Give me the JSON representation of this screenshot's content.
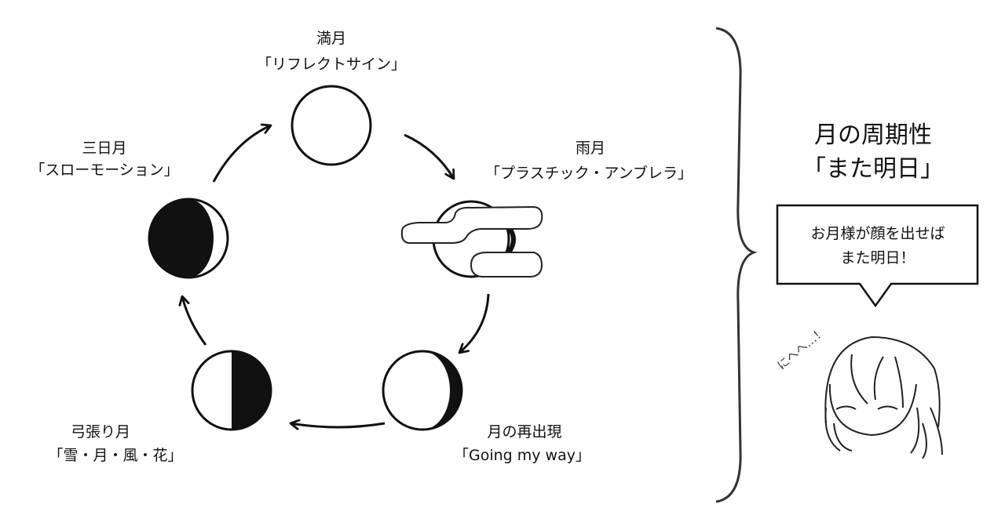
{
  "phases": [
    {
      "name": "満月",
      "song": "「リフレクトサイン」"
    },
    {
      "name": "雨月",
      "song": "「プラスチック・アンブレラ」"
    },
    {
      "name": "月の再出現",
      "song": "「Going my way」"
    },
    {
      "name": "弓張り月",
      "song": "「雪・月・風・花」"
    },
    {
      "name": "三日月",
      "song": "「スローモーション」"
    }
  ],
  "summary": {
    "title": "月の周期性",
    "subtitle": "「また明日」"
  },
  "speech_bubble": {
    "line1": "お月様が顔を出せば",
    "line2": "また明日！"
  },
  "character_sound": "にへへ…！"
}
